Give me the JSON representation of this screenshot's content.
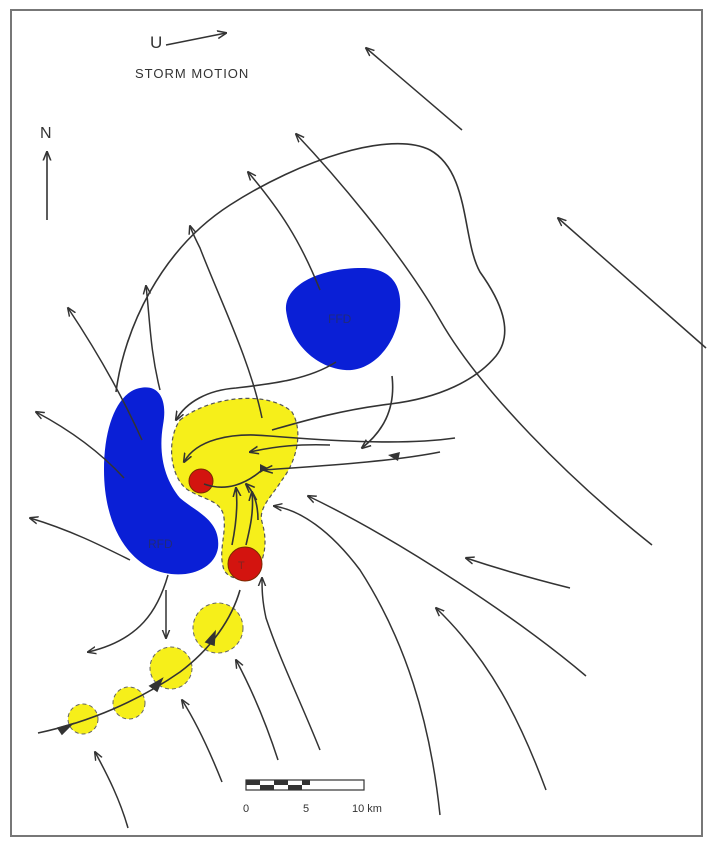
{
  "labels": {
    "storm_motion_vector": "U",
    "storm_motion": "STORM MOTION",
    "north": "N",
    "ffd": "FFD",
    "rfd": "RFD",
    "tornado": "T",
    "scale_ticks": [
      "0",
      "5",
      "10 km"
    ]
  },
  "colors": {
    "downdraft": "#0a1fd6",
    "updraft": "#f6ef1a",
    "tornado": "#d3140f",
    "line": "#333333",
    "frame": "#555555"
  },
  "icons": {
    "north_arrow": "north-arrow-icon",
    "storm_motion_arrow": "storm-motion-arrow-icon"
  }
}
